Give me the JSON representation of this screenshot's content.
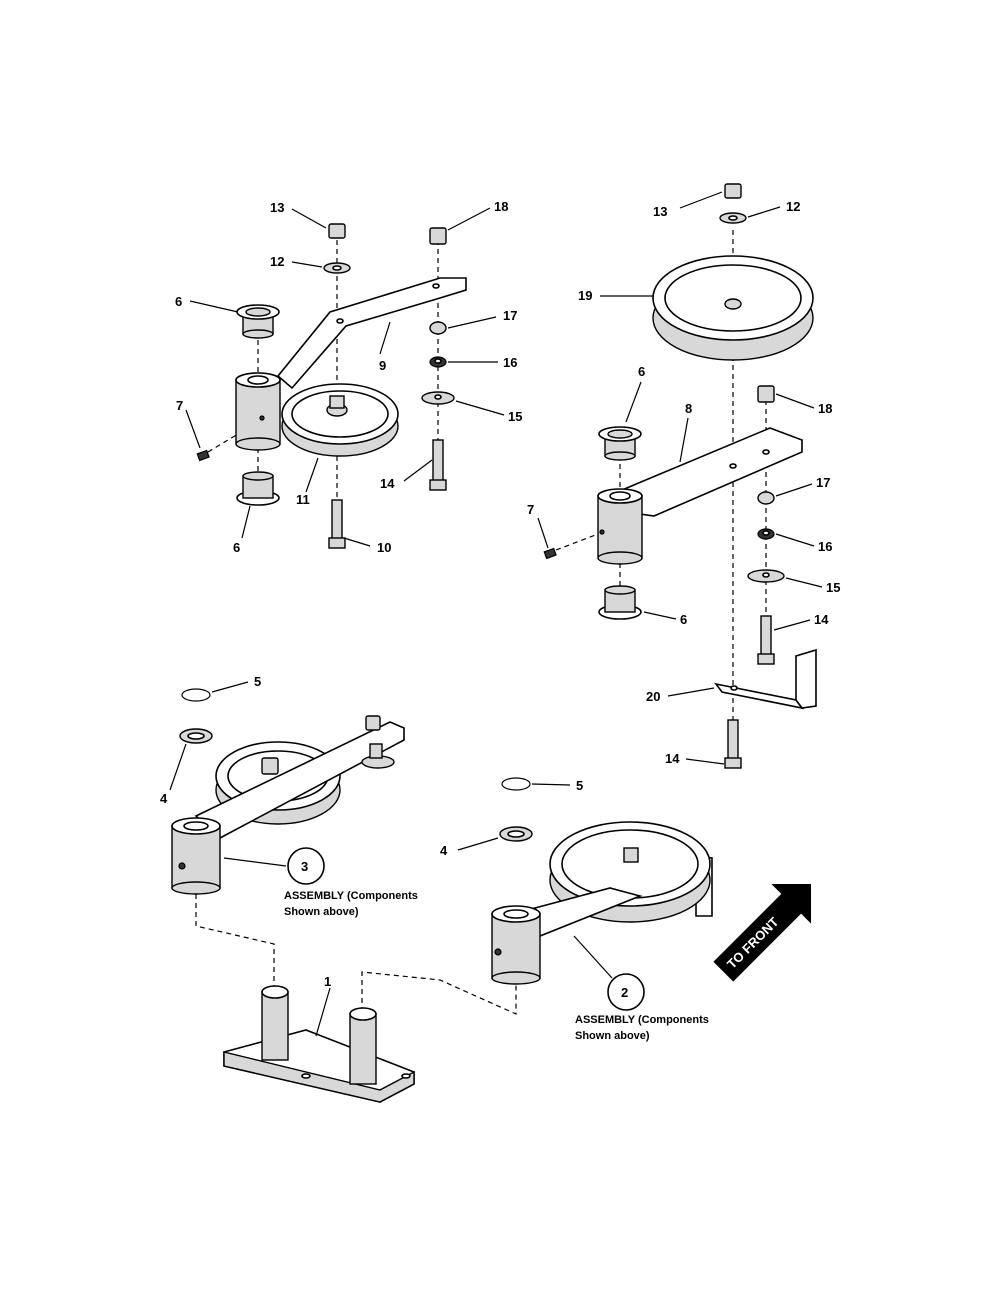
{
  "callouts": {
    "c1": "1",
    "c4a": "4",
    "c4b": "4",
    "c5a": "5",
    "c5b": "5",
    "c6a": "6",
    "c6b": "6",
    "c6c": "6",
    "c6d": "6",
    "c7a": "7",
    "c7b": "7",
    "c8": "8",
    "c9": "9",
    "c10": "10",
    "c11": "11",
    "c12a": "12",
    "c12b": "12",
    "c13a": "13",
    "c13b": "13",
    "c14a": "14",
    "c14b": "14",
    "c14c": "14",
    "c15a": "15",
    "c15b": "15",
    "c16a": "16",
    "c16b": "16",
    "c17a": "17",
    "c17b": "17",
    "c18a": "18",
    "c18b": "18",
    "c19": "19",
    "c20": "20"
  },
  "assemblies": {
    "a3": {
      "number": "3",
      "line1": "ASSEMBLY (Components",
      "line2": "Shown above)"
    },
    "a2": {
      "number": "2",
      "line1": "ASSEMBLY (Components",
      "line2": "Shown above)"
    }
  },
  "direction_label": "TO FRONT"
}
